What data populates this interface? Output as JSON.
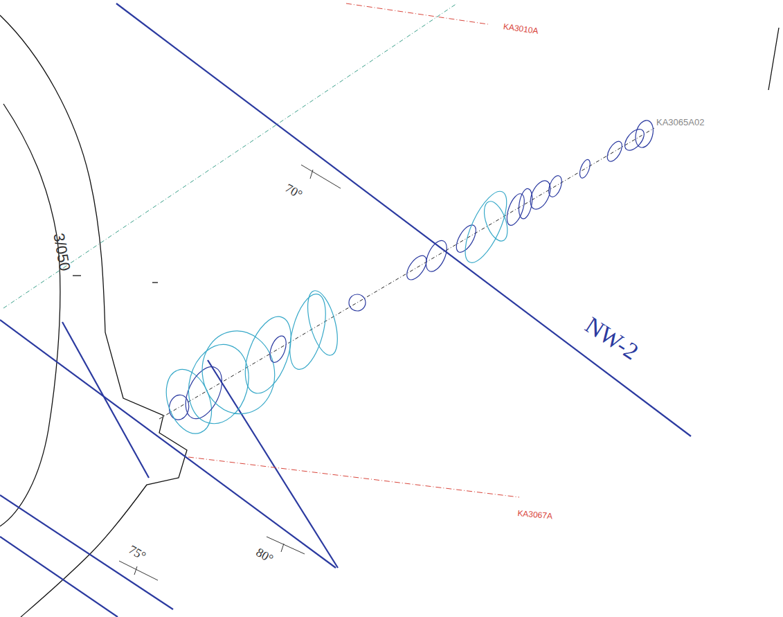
{
  "diagram": {
    "labels": [
      "KA3010A",
      "KA3065A02",
      "70°",
      "3/050",
      "NW-2",
      "KA3067A",
      "75°",
      "80°"
    ]
  }
}
